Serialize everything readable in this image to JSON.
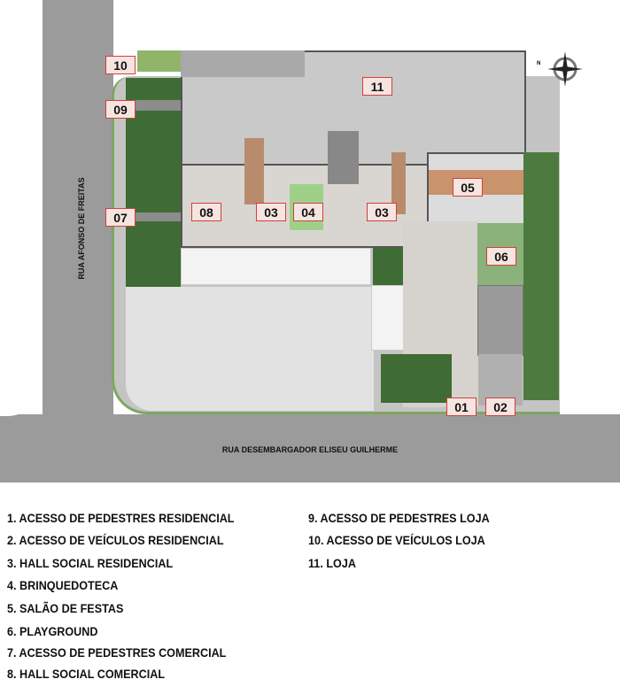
{
  "map": {
    "street_horizontal": "RUA DESEMBARGADOR ELISEU GUILHERME",
    "street_vertical": "RUA AFONSO DE FREITAS",
    "compass_label": "N",
    "tags": [
      "10",
      "09",
      "07",
      "08",
      "03",
      "04",
      "03",
      "05",
      "06",
      "01",
      "02",
      "11"
    ],
    "colors": {
      "tag_border": "#d0403c",
      "tag_fill": "#f6e4e0",
      "street": "#9b9b9b",
      "garden": "#3f6b34"
    }
  },
  "legend": {
    "left": [
      "1. ACESSO DE PEDESTRES RESIDENCIAL",
      "2. ACESSO DE VEÍCULOS RESIDENCIAL",
      "3. HALL SOCIAL RESIDENCIAL",
      "4. BRINQUEDOTECA",
      "5. SALÃO DE FESTAS",
      "6. PLAYGROUND",
      "7. ACESSO DE PEDESTRES COMERCIAL",
      "8. HALL SOCIAL COMERCIAL"
    ],
    "right": [
      "9. ACESSO DE PEDESTRES LOJA",
      "10. ACESSO DE VEÍCULOS LOJA",
      "11. LOJA"
    ]
  }
}
